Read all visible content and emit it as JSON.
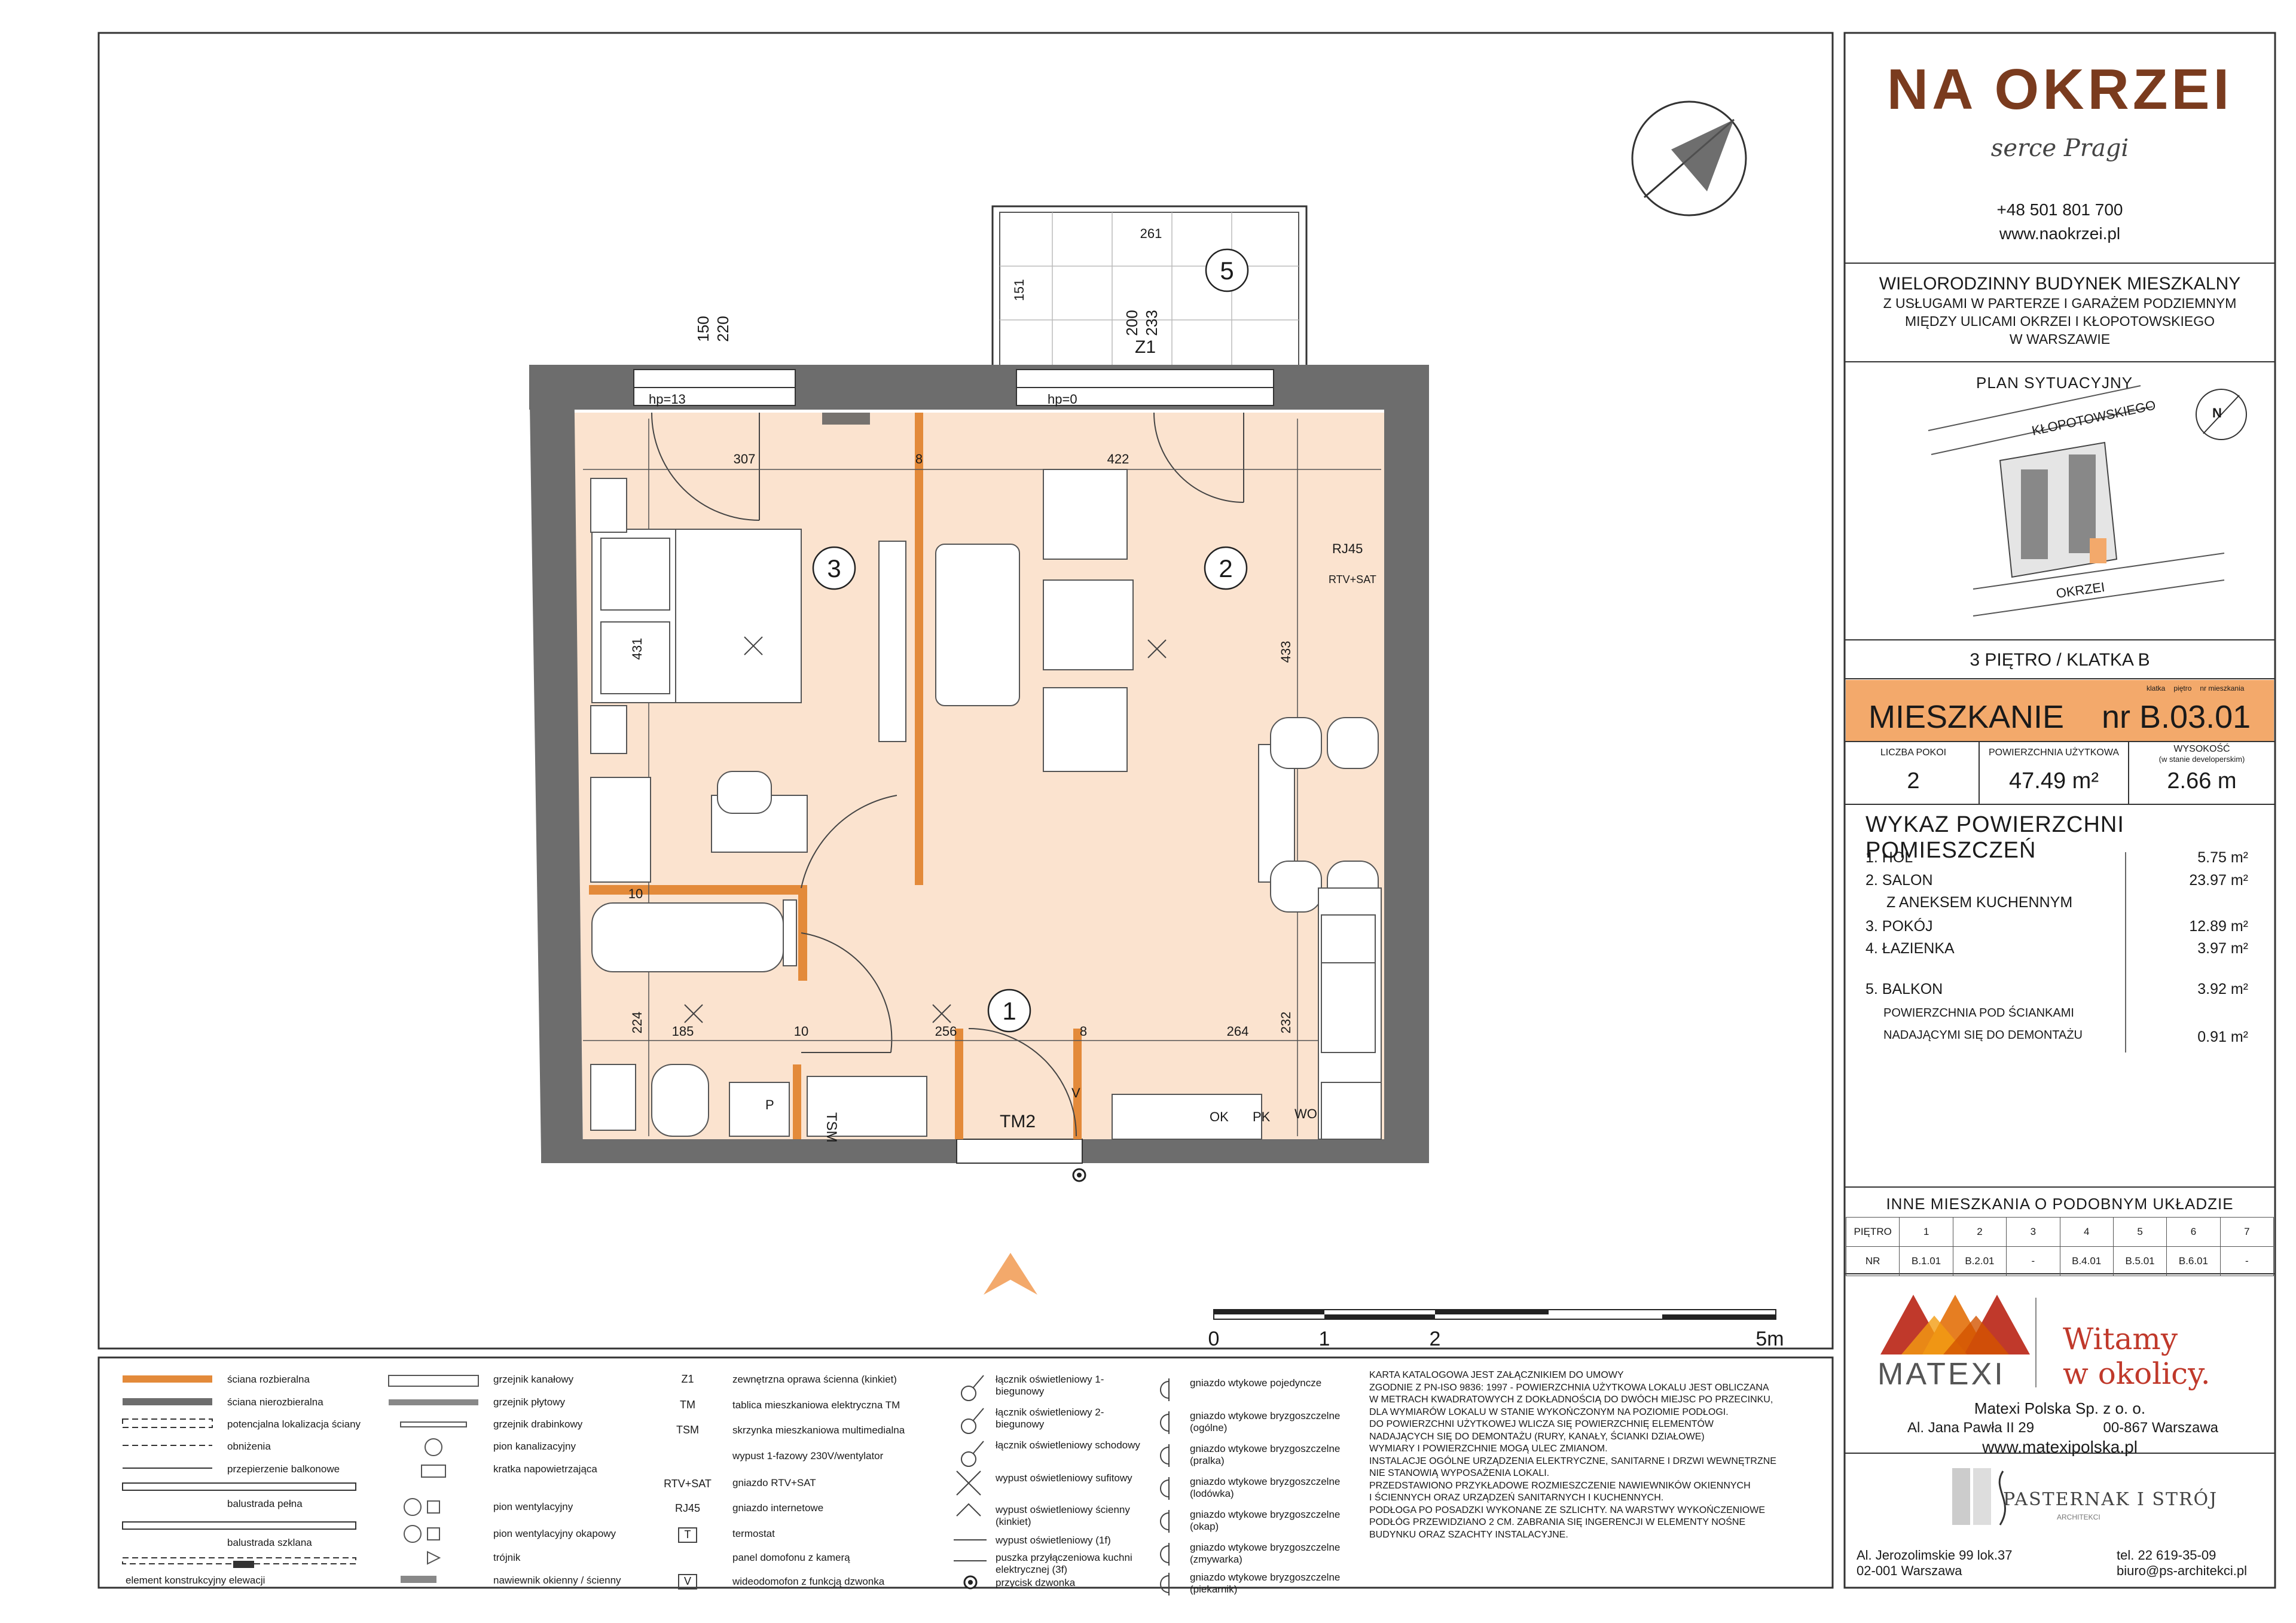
{
  "brand": {
    "name": "NA OKRZEI",
    "tagline": "serce Pragi",
    "phone": "+48 501 801 700",
    "website": "www.naokrzei.pl",
    "color": "#7a3b1e"
  },
  "project": {
    "lines": [
      "WIELORODZINNY BUDYNEK MIESZKALNY",
      "Z USŁUGAMI W PARTERZE I GARAŻEM PODZIEMNYM",
      "MIĘDZY ULICAMI OKRZEI I KŁOPOTOWSKIEGO",
      "W WARSZAWIE"
    ]
  },
  "site_plan": {
    "title": "PLAN SYTUACYJNY",
    "street_top": "KŁOPOTOWSKIEGO",
    "street_bottom": "OKRZEI",
    "north": "N"
  },
  "floor": {
    "label": "3 PIĘTRO / KLATKA B",
    "tags": [
      "klatka",
      "piętro",
      "nr mieszkania"
    ]
  },
  "apartment": {
    "label": "MIESZKANIE",
    "number": "nr B.03.01",
    "accent": "#f3a96b",
    "rooms_label": "LICZBA POKOI",
    "rooms": "2",
    "area_label": "POWIERZCHNIA UŻYTKOWA",
    "area": "47.49 m²",
    "height_label": "WYSOKOŚĆ",
    "height_note": "(w stanie developerskim)",
    "height": "2.66 m"
  },
  "rooms_list": {
    "title": "WYKAZ  POWIERZCHNI POMIESZCZEŃ",
    "items": [
      {
        "name": "1.  HOL",
        "area": "5.75 m²"
      },
      {
        "name": "2.  SALON",
        "area": "23.97 m²"
      },
      {
        "name": "Z ANEKSEM KUCHENNYM",
        "area": ""
      },
      {
        "name": "3.  POKÓJ",
        "area": "12.89 m²"
      },
      {
        "name": "4.  ŁAZIENKA",
        "area": "3.97 m²"
      },
      {
        "name": "5.  BALKON",
        "area": "3.92 m²"
      }
    ],
    "note_line1": "POWIERZCHNIA POD  ŚCIANKAMI",
    "note_line2": "NADAJĄCYMI SIĘ DO DEMONTAŻU",
    "note_area": "0.91 m²"
  },
  "similar": {
    "title": "INNE MIESZKANIA  O  PODOBNYM  UKŁADZIE",
    "floor_label": "PIĘTRO",
    "nr_label": "NR",
    "floors": [
      "1",
      "2",
      "3",
      "4",
      "5",
      "6",
      "7"
    ],
    "numbers": [
      "B.1.01",
      "B.2.01",
      "-",
      "B.4.01",
      "B.5.01",
      "B.6.01",
      "-"
    ]
  },
  "developer": {
    "name": "MATEXI",
    "slogan1": "Witamy",
    "slogan2": "w okolicy.",
    "company": "Matexi  Polska  Sp. z o. o.",
    "address": "Al. Jana Pawła II 29",
    "city": "00-867 Warszawa",
    "website": "www.matexipolska.pl",
    "slogan_color": "#c0392b"
  },
  "architect": {
    "name": "PASTERNAK I STRÓJ",
    "sub": "ARCHITEKCI",
    "address1": "Al. Jerozolimskie 99 lok.37",
    "address2": "02-001 Warszawa",
    "phone": "tel. 22 619-35-09",
    "email": "biuro@ps-architekci.pl"
  },
  "plan": {
    "wall_color": "#6d6d6d",
    "floor_color": "#fbe3cf",
    "partition_color": "#e38a3a",
    "room_numbers": [
      "1",
      "2",
      "3",
      "5"
    ],
    "dimensions": {
      "d307": "307",
      "d422": "422",
      "d8a": "8",
      "d431": "431",
      "d433": "433",
      "d185": "185",
      "d10a": "10",
      "d256": "256",
      "d8b": "8",
      "d264": "264",
      "d224": "224",
      "d232": "232",
      "d10b": "10",
      "d261": "261",
      "d151": "151",
      "w150": "150",
      "w220": "220",
      "w200": "200",
      "w233": "233"
    },
    "labels": {
      "hp13": "hp=13",
      "hp0": "hp=0",
      "z1": "Z1",
      "rj45": "RJ45",
      "rtvsat": "RTV+SAT",
      "tsm": "TSM",
      "tm2": "TM2",
      "ok": "OK",
      "pk": "PK",
      "wo": "WO",
      "p": "P",
      "v": "V"
    }
  },
  "scale": {
    "ticks": [
      "0",
      "1",
      "2",
      "5m"
    ]
  },
  "legend": {
    "col1": [
      "ściana rozbieralna",
      "ściana nierozbieralna",
      "potencjalna lokalizacja ściany",
      "obniżenia",
      "przepierzenie balkonowe",
      "balustrada pełna",
      "balustrada szklana",
      "element konstrukcyjny elewacji"
    ],
    "col2": [
      "grzejnik kanałowy",
      "grzejnik płytowy",
      "grzejnik drabinkowy",
      "pion kanalizacyjny",
      "kratka napowietrzająca",
      "pion wentylacyjny",
      "pion wentylacyjny okapowy",
      "trójnik",
      "nawiewnik okienny / ścienny"
    ],
    "col3": [
      "zewnętrzna oprawa ścienna (kinkiet)",
      "tablica mieszkaniowa elektryczna TM",
      "skrzynka mieszkaniowa multimedialna",
      "wypust 1-fazowy 230V/wentylator",
      "gniazdo RTV+SAT",
      "gniazdo internetowe",
      "termostat",
      "panel domofonu z kamerą",
      "wideodomofon z funkcją dzwonka"
    ],
    "col3_symbols": [
      "Z1",
      "TM",
      "TSM",
      "RTV+SAT",
      "RJ45",
      "T",
      "V"
    ],
    "col4": [
      "łącznik oświetleniowy 1-biegunowy",
      "łącznik oświetleniowy 2-biegunowy",
      "łącznik oświetleniowy schodowy",
      "wypust oświetleniowy sufitowy",
      "wypust oświetleniowy ścienny (kinkiet)",
      "wypust oświetleniowy (1f)",
      "puszka przyłączeniowa kuchni elektrycznej (3f)",
      "przycisk dzwonka"
    ],
    "col5": [
      "gniazdo wtykowe pojedyncze",
      "gniazdo wtykowe bryzgoszczelne (ogólne)",
      "gniazdo wtykowe bryzgoszczelne (pralka)",
      "gniazdo wtykowe bryzgoszczelne (lodówka)",
      "gniazdo wtykowe bryzgoszczelne (okap)",
      "gniazdo wtykowe bryzgoszczelne (zmywarka)",
      "gniazdo wtykowe bryzgoszczelne (piekarnik)"
    ],
    "note": [
      "KARTA KATALOGOWA JEST ZAŁĄCZNIKIEM DO UMOWY",
      "ZGODNIE Z PN-ISO 9836: 1997 - POWIERZCHNIA UŻYTKOWA LOKALU JEST OBLICZANA",
      "W METRACH KWADRATOWYCH Z DOKŁADNOŚCIĄ DO DWÓCH MIEJSC PO PRZECINKU,",
      "DLA WYMIARÓW LOKALU W STANIE WYKOŃCZONYM NA POZIOMIE PODŁOGI.",
      "DO POWIERZCHNI UŻYTKOWEJ WLICZA SIĘ POWIERZCHNIĘ ELEMENTÓW",
      "NADAJĄCYCH SIĘ DO DEMONTAŻU (RURY, KANAŁY, ŚCIANKI DZIAŁOWE)",
      "WYMIARY I POWIERZCHNIE MOGĄ ULEC ZMIANOM.",
      "INSTALACJE OGÓLNE URZĄDZENIA ELEKTRYCZNE, SANITARNE I DRZWI WEWNĘTRZNE",
      "NIE STANOWIĄ WYPOSAŻENIA LOKALI.",
      "PRZEDSTAWIONO PRZYKŁADOWE ROZMIESZCZENIE NAWIEWNIKÓW OKIENNYCH",
      "I ŚCIENNYCH ORAZ URZĄDZEŃ SANITARNYCH I KUCHENNYCH.",
      "PODŁOGA PO POSADZKI WYKONANE ZE SZLICHTY. NA WARSTWY WYKOŃCZENIOWE",
      "PODŁÓG PRZEWIDZIANO  2 CM. ZABRANIA SIĘ INGERENCJI W ELEMENTY NOŚNE",
      "BUDYNKU ORAZ SZACHTY INSTALACYJNE."
    ]
  }
}
